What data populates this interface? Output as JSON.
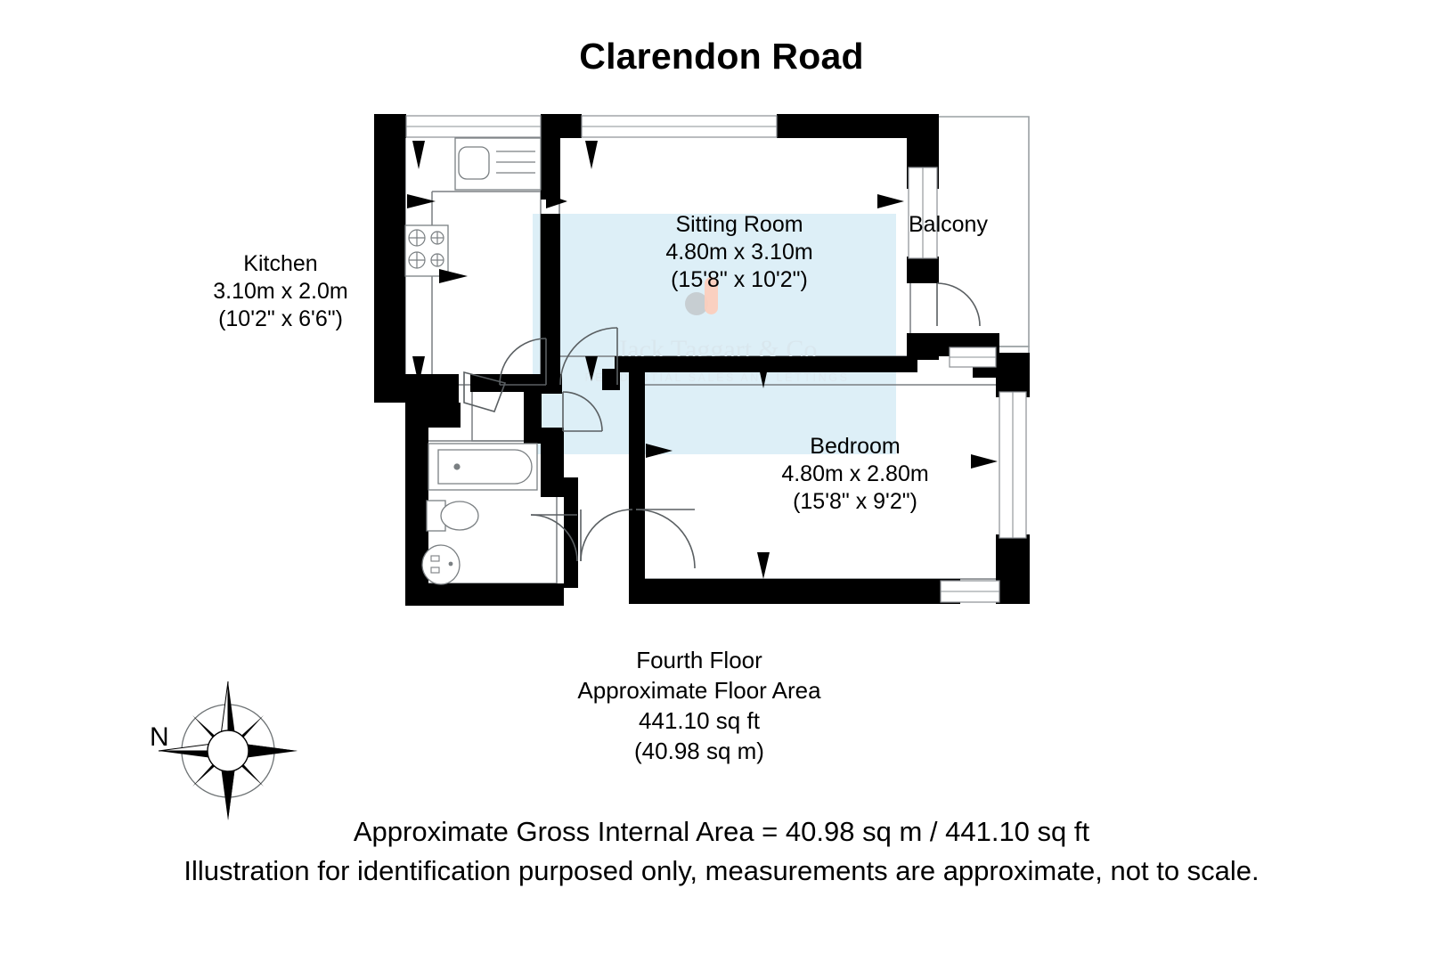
{
  "title": "Clarendon Road",
  "rooms": {
    "kitchen": {
      "name": "Kitchen",
      "metric": "3.10m x 2.0m",
      "imperial": "(10'2\" x 6'6\")"
    },
    "sitting_room": {
      "name": "Sitting Room",
      "metric": "4.80m x 3.10m",
      "imperial": "(15'8\" x 10'2\")"
    },
    "bedroom": {
      "name": "Bedroom",
      "metric": "4.80m x 2.80m",
      "imperial": "(15'8\" x 9'2\")"
    },
    "balcony": {
      "name": "Balcony"
    }
  },
  "floor_summary": {
    "floor": "Fourth Floor",
    "area_caption": "Approximate Floor Area",
    "area_sqft": "441.10 sq ft",
    "area_sqm": "(40.98 sq m)"
  },
  "footer": {
    "line1": "Approximate Gross Internal Area = 40.98 sq m / 441.10 sq ft",
    "line2": "Illustration for identification purposed only, measurements are approximate, not to scale."
  },
  "compass": {
    "north_label": "N"
  },
  "watermark": {
    "line1": "Jack Taggart & Co",
    "line2": "RESIDENTIAL SALES AND LETTINGS"
  },
  "colors": {
    "wall": "#000000",
    "highlight_fill": "#ddeff7",
    "fixture_stroke": "#4a4a4a",
    "watermark": "#dbe8ef",
    "logo_grey": "#bfc3c6",
    "logo_pink": "#fbcdbd"
  }
}
